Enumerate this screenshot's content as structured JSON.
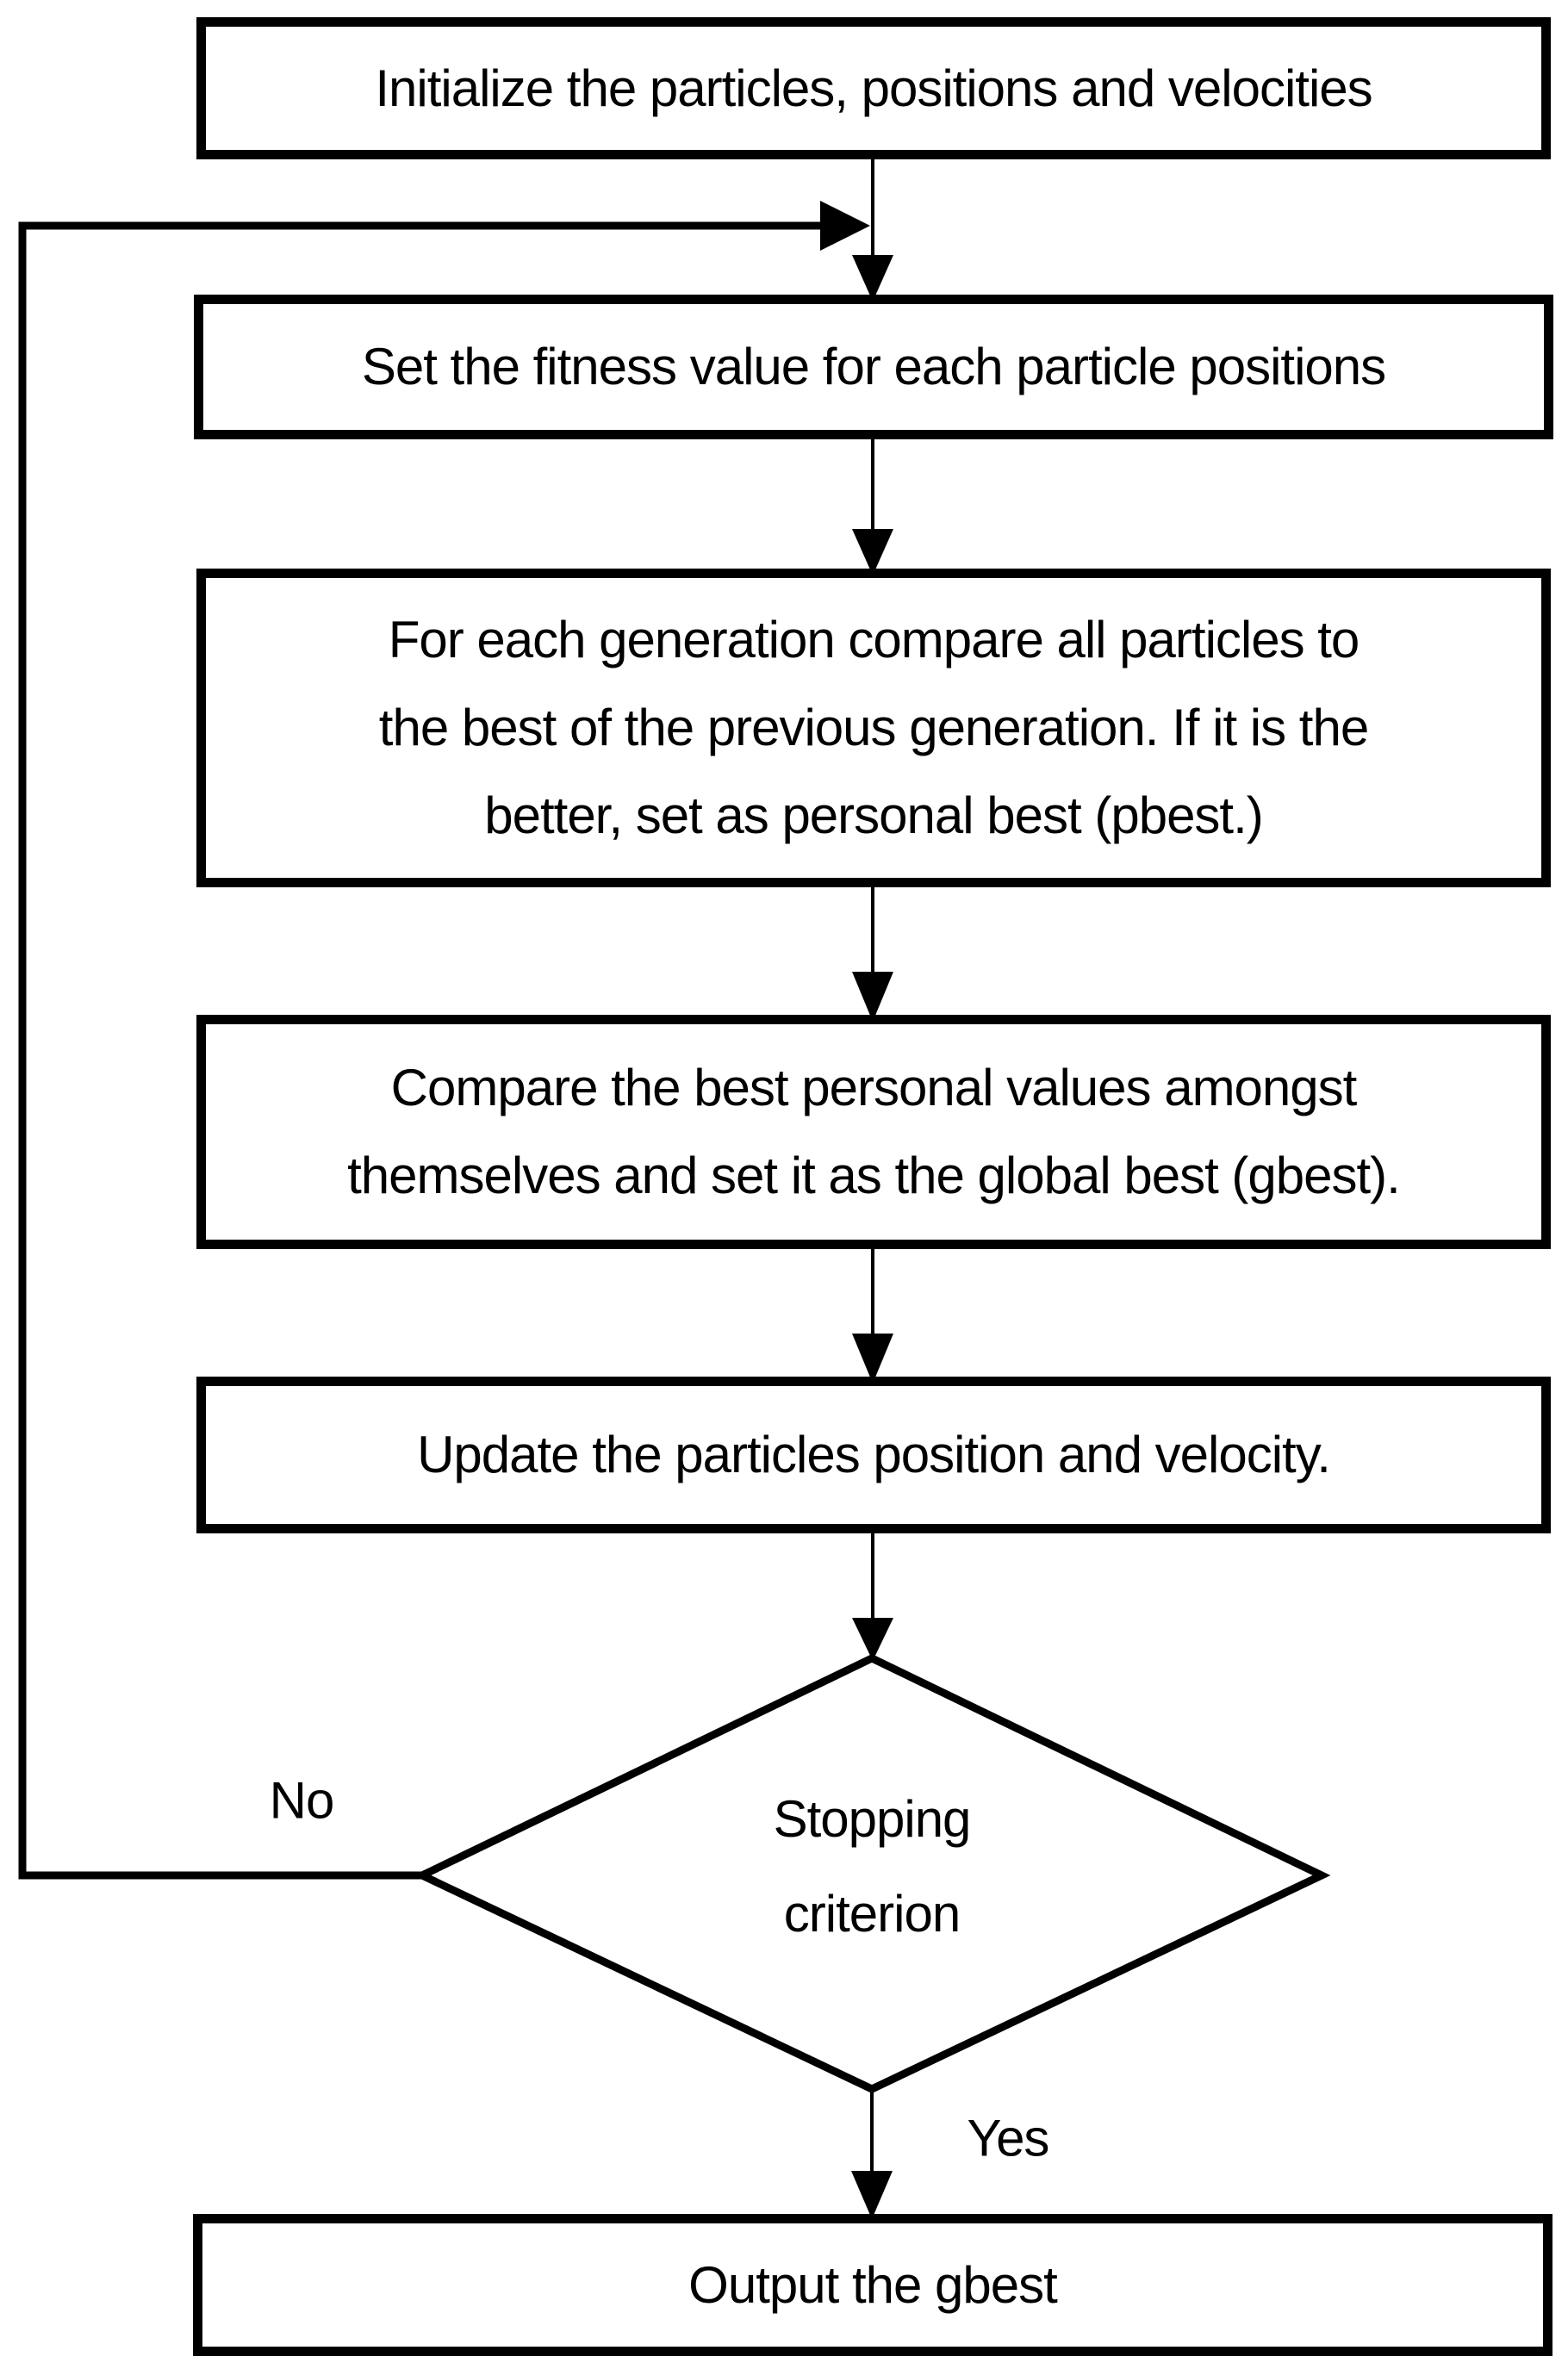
{
  "flowchart": {
    "colors": {
      "stroke": "#000000",
      "fill": "#ffffff",
      "background": "#ffffff"
    },
    "process_boxes": [
      {
        "name": "initialize",
        "lines": [
          "Initialize the particles, positions and velocities"
        ]
      },
      {
        "name": "fitness",
        "lines": [
          "Set the fitness value for each particle positions"
        ]
      },
      {
        "name": "pbest",
        "lines": [
          "For each generation compare all particles to",
          "the best of the previous generation. If it is the",
          "better, set as personal best (pbest.)"
        ]
      },
      {
        "name": "gbest",
        "lines": [
          "Compare the best personal values amongst",
          "themselves and set it as the global best (gbest)."
        ]
      },
      {
        "name": "update",
        "lines": [
          "Update the particles position and velocity."
        ]
      },
      {
        "name": "output",
        "lines": [
          "Output the gbest"
        ]
      }
    ],
    "decision": {
      "name": "stopping-criterion",
      "lines": [
        "Stopping",
        "criterion"
      ]
    },
    "edge_labels": {
      "no": "No",
      "yes": "Yes"
    }
  }
}
